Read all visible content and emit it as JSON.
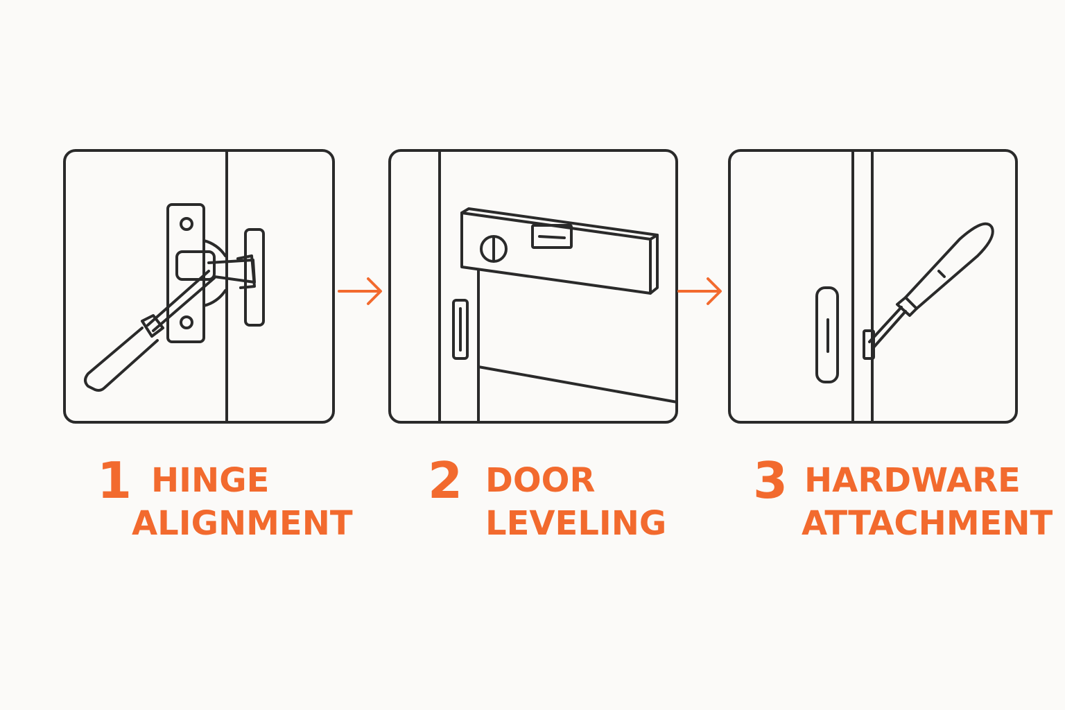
{
  "steps": [
    {
      "number": "1",
      "title_line1": "HINGE",
      "title_line2": "ALIGNMENT"
    },
    {
      "number": "2",
      "title_line1": "DOOR",
      "title_line2": "LEVELING"
    },
    {
      "number": "3",
      "title_line1": "HARDWARE",
      "title_line2": "ATTACHMENT"
    }
  ],
  "colors": {
    "accent": "#f26a2e",
    "stroke": "#2a2a2a",
    "background": "#fbfaf8"
  },
  "icons": [
    "hinge-screwdriver-icon",
    "spirit-level-door-icon",
    "screwdriver-door-handle-icon",
    "arrow-right-icon"
  ]
}
